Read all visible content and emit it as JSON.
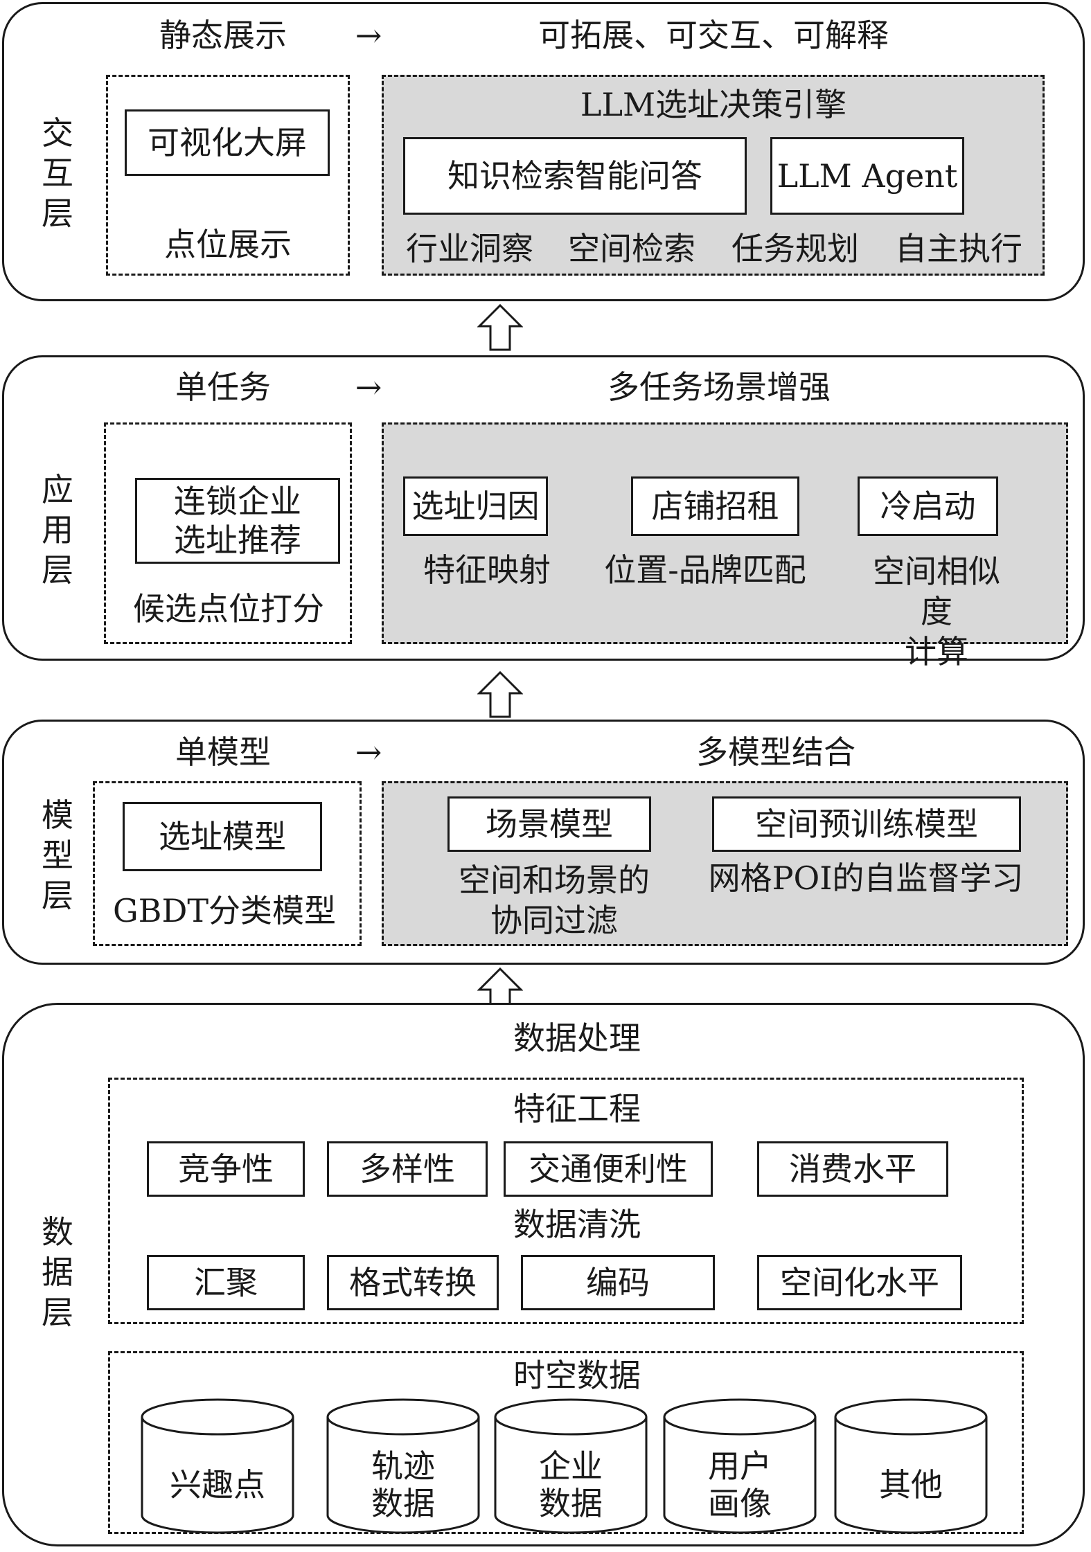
{
  "interaction": {
    "side_label": "交\n互\n层",
    "from": "静态展示",
    "arrow": "→",
    "to": "可拓展、可交互、可解释",
    "left_box": "可视化大屏",
    "left_caption": "点位展示",
    "engine_title": "LLM选址决策引擎",
    "engine_boxes": [
      "知识检索智能问答",
      "LLM Agent"
    ],
    "engine_items": [
      "行业洞察",
      "空间检索",
      "任务规划",
      "自主执行"
    ]
  },
  "application": {
    "side_label": "应\n用\n层",
    "from": "单任务",
    "arrow": "→",
    "to": "多任务场景增强",
    "left_box": "连锁企业\n选址推荐",
    "left_caption": "候选点位打分",
    "boxes": [
      "选址归因",
      "店铺招租",
      "冷启动"
    ],
    "captions": [
      "特征映射",
      "位置-品牌匹配",
      "空间相似度\n计算"
    ]
  },
  "model": {
    "side_label": "模\n型\n层",
    "from": "单模型",
    "arrow": "→",
    "to": "多模型结合",
    "left_box": "选址模型",
    "left_caption": "GBDT分类模型",
    "boxes": [
      "场景模型",
      "空间预训练模型"
    ],
    "captions": [
      "空间和场景的\n协同过滤",
      "网格POI的自监督学习"
    ]
  },
  "data": {
    "side_label": "数\n据\n层",
    "title": "数据处理",
    "feature_title": "特征工程",
    "features": [
      "竞争性",
      "多样性",
      "交通便利性",
      "消费水平"
    ],
    "cleaning_title": "数据清洗",
    "cleaning": [
      "汇聚",
      "格式转换",
      "编码",
      "空间化水平"
    ],
    "sources_title": "时空数据",
    "sources": [
      "兴趣点",
      "轨迹\n数据",
      "企业\n数据",
      "用户\n画像",
      "其他"
    ]
  }
}
